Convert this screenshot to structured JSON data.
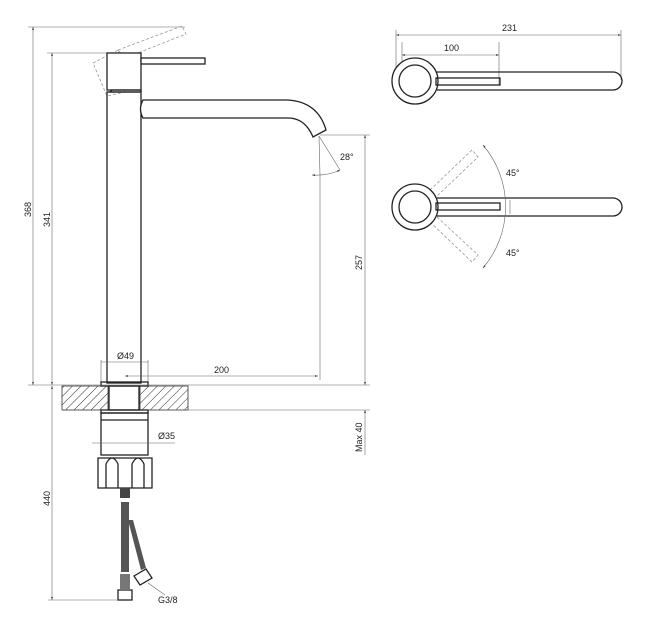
{
  "drawing": {
    "side_view": {
      "dim_total_height": "368",
      "dim_body_height": "341",
      "dim_spout_height": "257",
      "dim_spout_reach": "200",
      "dim_body_diameter": "Ø49",
      "dim_spout_angle": "28°",
      "dim_counter_max": "Max 40",
      "dim_shank_diameter": "Ø35",
      "dim_hose_length": "440",
      "hose_thread": "G3/8"
    },
    "top_view": {
      "dim_overall_length": "231",
      "dim_lever_length": "100"
    },
    "rotation_view": {
      "angle_up": "45°",
      "angle_down": "45°"
    }
  }
}
